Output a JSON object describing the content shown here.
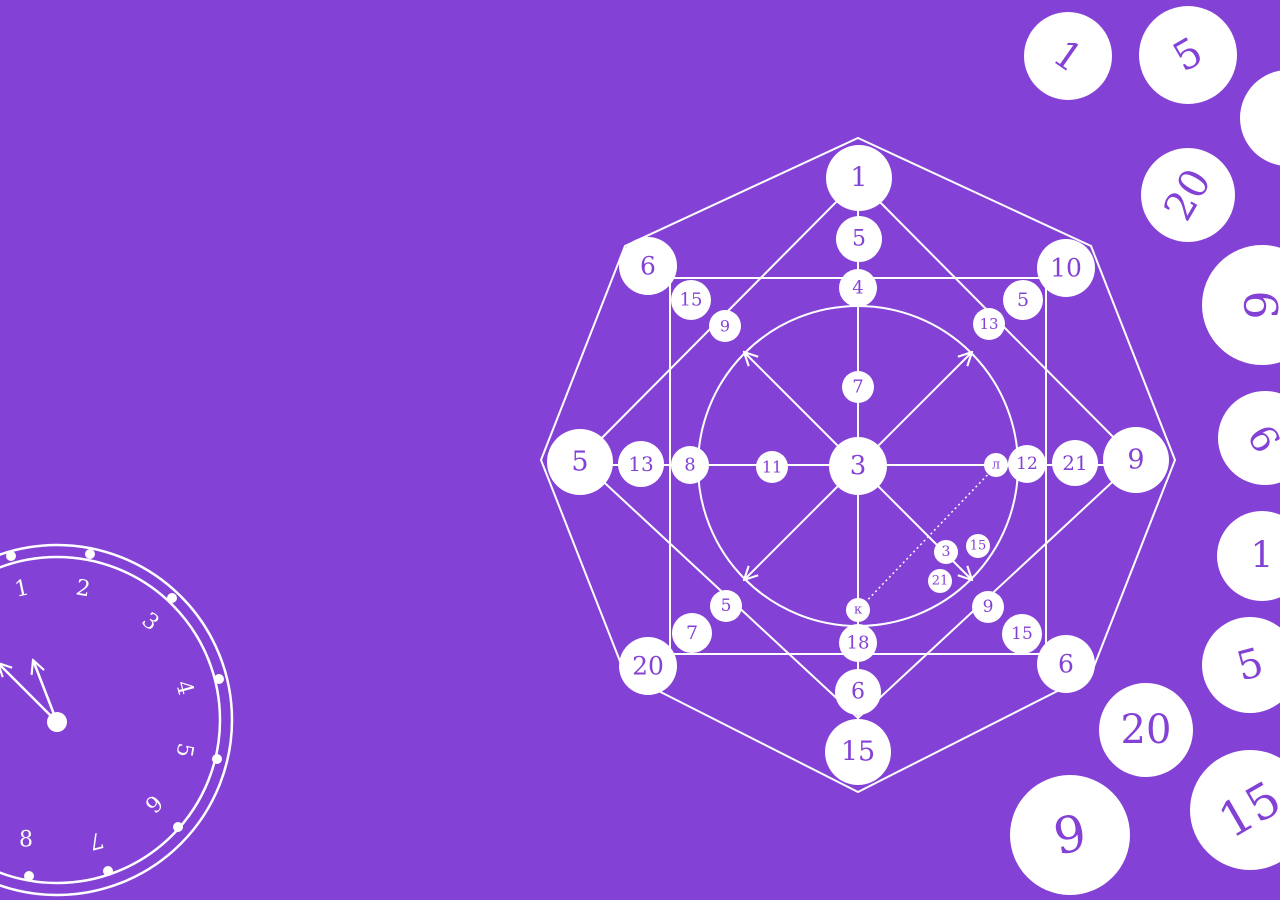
{
  "colors": {
    "background": "#8441D5",
    "foreground": "#FFFFFF",
    "number_ink": "#8441D5"
  },
  "octagon_nodes": {
    "top": "1",
    "top_right": "10",
    "right": "9",
    "bottom_right": "6",
    "bottom": "15",
    "bottom_left": "20",
    "left": "5",
    "top_left": "6"
  },
  "inner_nodes": {
    "top_upper": "5",
    "top_square": "4",
    "top_inner": "7",
    "bottom_upper": "18",
    "bottom_lower": "6",
    "center": "3",
    "left_inner": "11",
    "left_circle": "8",
    "left_square": "13",
    "right_circle": "л",
    "right_square": "12",
    "right_outer": "21",
    "bottom_circle": "к",
    "diag_tl_outer": "15",
    "diag_tl_inner": "9",
    "diag_tr_outer": "5",
    "diag_tr_inner": "13",
    "diag_bl_outer": "7",
    "diag_bl_inner": "5",
    "diag_br_outer": "15",
    "diag_br_inner": "9",
    "br_a": "3",
    "br_b": "15",
    "br_c": "21"
  },
  "side_badges": [
    "1",
    "5",
    "20",
    "9",
    "9",
    "1",
    "5",
    "20",
    "15",
    "9"
  ],
  "clock_numerals": [
    "1",
    "2",
    "3",
    "4",
    "5",
    "6",
    "7",
    "8"
  ]
}
